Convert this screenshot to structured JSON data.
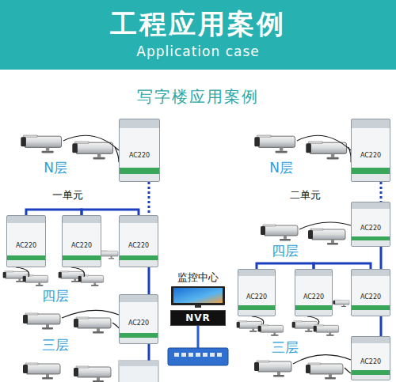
{
  "diagram": {
    "title": "工程应用案例",
    "nodes": [
      {
        "text": [
          "AC220"
        ]
      },
      {
        "text": [
          "AC220"
        ]
      },
      {
        "text": [
          "AC220"
        ]
      },
      {
        "text": [
          "AC220"
        ]
      },
      {
        "text": [
          "AC220"
        ]
      },
      {
        "text": [
          "NVR"
        ]
      },
      {
        "text": [
          "AC220"
        ]
      },
      {
        "text": [
          "AC220"
        ]
      },
      {
        "text": [
          "AC220"
        ]
      },
      {
        "text": [
          "AC220"
        ]
      },
      {
        "text": [
          "AC220"
        ]
      },
      {
        "text": [
          "AC220"
        ]
      }
    ],
    "edges": [
      {
        "from": 0,
        "to": 3,
        "arrow": "none"
      },
      {
        "from": 1,
        "to": 2,
        "arrow": "none"
      },
      {
        "from": 2,
        "to": 3,
        "arrow": "none"
      },
      {
        "from": 3,
        "to": 4,
        "arrow": "none"
      },
      {
        "from": 6,
        "to": 7,
        "arrow": "none"
      },
      {
        "from": 7,
        "to": 10,
        "arrow": "none"
      },
      {
        "from": 8,
        "to": 9,
        "arrow": "none"
      },
      {
        "from": 9,
        "to": 10,
        "arrow": "none"
      },
      {
        "from": 10,
        "to": 11,
        "arrow": "none"
      }
    ],
    "labels": [
      "Application case",
      "写字楼应用案例",
      "N层",
      "一单元",
      "四层",
      "三层",
      "监控中心",
      "N层",
      "二单元",
      "四层",
      "三层"
    ]
  }
}
